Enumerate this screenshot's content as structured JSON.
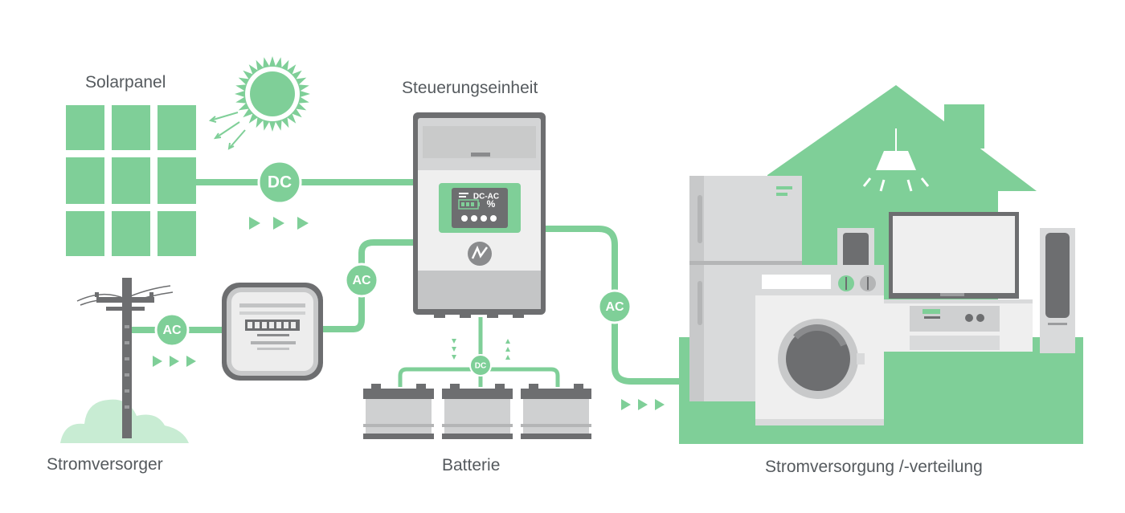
{
  "labels": {
    "solar_panel": "Solarpanel",
    "controller": "Steuerungseinheit",
    "grid": "Stromversorger",
    "battery": "Batterie",
    "distribution": "Stromversorgung /-verteilung"
  },
  "connections": {
    "solar_dc": "DC",
    "grid_ac": "AC",
    "meter_ac": "AC",
    "house_ac": "AC",
    "battery_dc": "DC"
  },
  "controller_display": {
    "mode": "DC-AC",
    "percent": "%"
  },
  "colors": {
    "accent_green": "#7fcf98",
    "light_green": "#c8ecd3",
    "dark_gray": "#6d6e70",
    "mid_gray": "#9b9c9e",
    "light_gray": "#d9dadb",
    "text": "#555a5e"
  },
  "icons": [
    "sun-icon",
    "solar-panel-icon",
    "utility-pole-icon",
    "power-meter-icon",
    "inverter-icon",
    "battery-icon",
    "house-icon",
    "refrigerator-icon",
    "washing-machine-icon",
    "television-icon",
    "speaker-icon",
    "lamp-icon",
    "flow-arrow-icon"
  ]
}
